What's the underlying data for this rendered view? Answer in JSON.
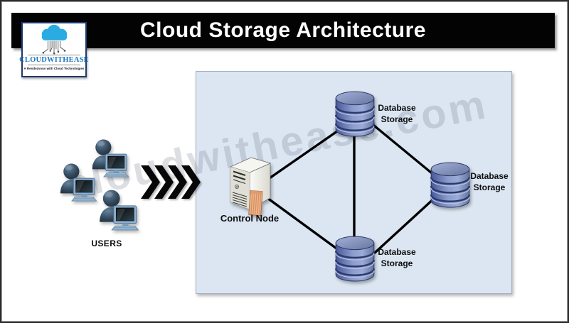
{
  "window": {
    "title": "Cloud Storage Architecture"
  },
  "logo": {
    "name": "CLOUDWITHEASE",
    "tagline": "A Rendezvous with Cloud Technologies"
  },
  "watermark": {
    "text": "cloudwithease.com"
  },
  "users": {
    "label": "USERS",
    "count": 3
  },
  "diagram": {
    "control_node": {
      "label": "Control Node"
    },
    "databases": [
      {
        "label": "Database Storage",
        "position": "top"
      },
      {
        "label": "Database Storage",
        "position": "right"
      },
      {
        "label": "Database Storage",
        "position": "bottom"
      }
    ],
    "connections": [
      "control-node to database-top",
      "control-node to database-bottom",
      "database-top to database-right",
      "database-top to database-bottom",
      "database-right to database-bottom"
    ]
  },
  "icons": {
    "logo_cloud": "cloud-circuit-icon",
    "users": "user-with-computer-icon",
    "flow": "quadruple-chevron-right-icon",
    "control_node": "server-tower-icon",
    "database": "database-cylinder-icon"
  },
  "colors": {
    "title_bar": "#030303",
    "title_text": "#ffffff",
    "panel_bg": "#dbe6f2",
    "logo_blue": "#2aace3",
    "logo_text": "#1a75bc",
    "cylinder_blue": "#6d7eb4",
    "person_slate": "#33495d",
    "connector": "#000000"
  }
}
